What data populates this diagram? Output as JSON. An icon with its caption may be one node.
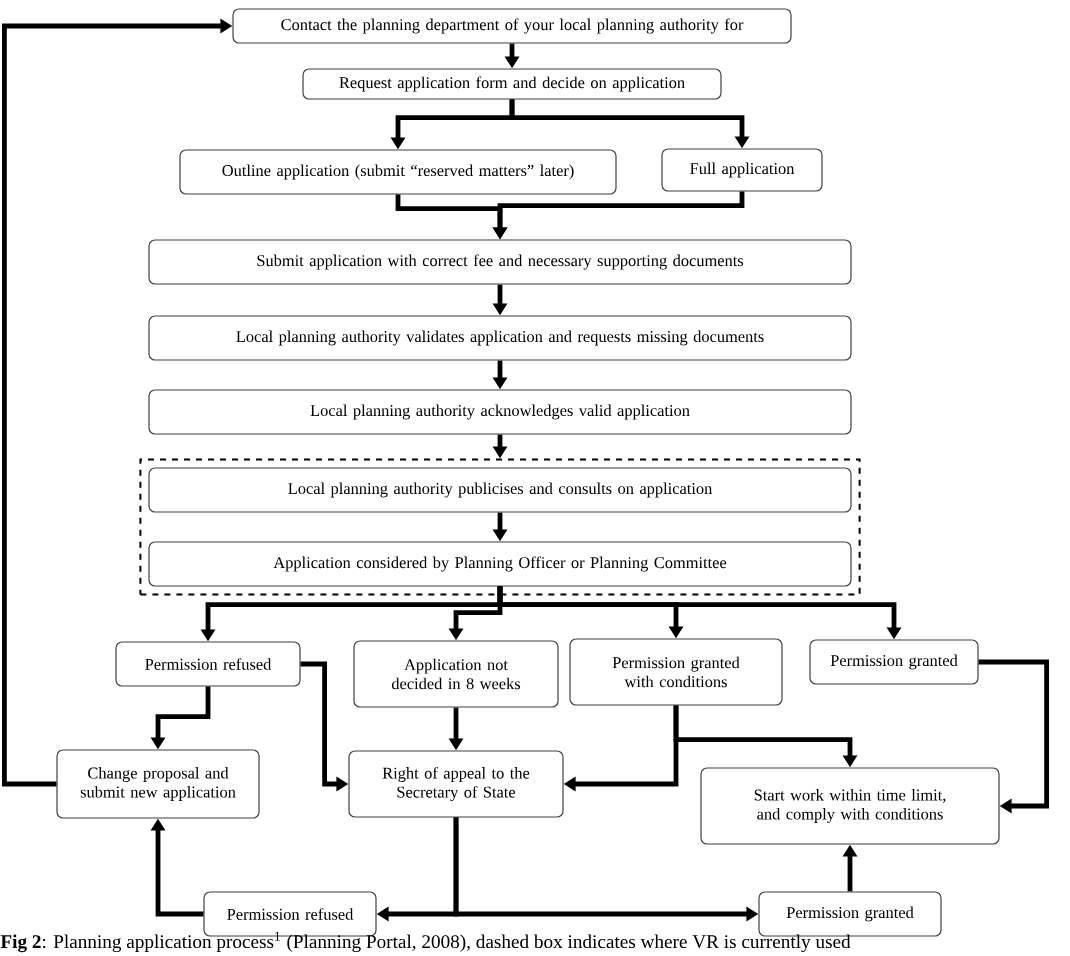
{
  "diagram": {
    "caption": "**Fig 2**: Planning application process$^{1}$ (Planning Portal, 2008), dashed box indicates where VR is currently used",
    "nodes": [
      {
        "text": [
          "Contact the planning department of your local planning authority for"
        ]
      },
      {
        "text": [
          "Request application form and decide on application"
        ]
      },
      {
        "text": [
          "Outline application (submit “reserved matters” later)"
        ]
      },
      {
        "text": [
          "Full application"
        ]
      },
      {
        "text": [
          "Submit application with correct fee and necessary supporting documents"
        ]
      },
      {
        "text": [
          "Local planning authority validates application and requests missing documents"
        ]
      },
      {
        "text": [
          "Local planning authority acknowledges valid application"
        ]
      },
      {
        "text": [],
        "shape": "box"
      },
      {
        "text": [
          "Local planning authority publicises and consults on application"
        ],
        "in": 7
      },
      {
        "text": [
          "Application considered by Planning Officer or Planning Committee"
        ],
        "in": 7
      },
      {
        "text": [
          "Permission refused"
        ]
      },
      {
        "text": [
          "Application not decided in 8 weeks"
        ]
      },
      {
        "text": [
          "Permission granted with conditions"
        ]
      },
      {
        "text": [
          "Permission granted"
        ]
      },
      {
        "text": [
          "Change proposal and submit new application"
        ]
      },
      {
        "text": [
          "Right of appeal to the Secretary of State"
        ]
      },
      {
        "text": [
          "Start work within time limit, and comply with conditions"
        ]
      },
      {
        "text": [
          "Permission refused"
        ]
      },
      {
        "text": [
          "Permission granted"
        ]
      }
    ],
    "edges": [
      {
        "from": 0,
        "to": 1,
        "arrow": "to"
      },
      {
        "from": 1,
        "to": 2,
        "arrow": "to"
      },
      {
        "from": 1,
        "to": 3,
        "arrow": "to"
      },
      {
        "from": 2,
        "to": 4,
        "arrow": "to"
      },
      {
        "from": 3,
        "to": 4,
        "arrow": "to"
      },
      {
        "from": 4,
        "to": 5,
        "arrow": "to"
      },
      {
        "from": 5,
        "to": 6,
        "arrow": "to"
      },
      {
        "from": 6,
        "to": 7,
        "arrow": "to"
      },
      {
        "from": 8,
        "to": 9,
        "arrow": "to"
      },
      {
        "from": 9,
        "to": 10,
        "arrow": "to"
      },
      {
        "from": 9,
        "to": 11,
        "arrow": "to"
      },
      {
        "from": 9,
        "to": 12,
        "arrow": "to"
      },
      {
        "from": 9,
        "to": 13,
        "arrow": "to"
      },
      {
        "from": 10,
        "to": 14,
        "arrow": "to"
      },
      {
        "from": 10,
        "to": 15,
        "arrow": "to"
      },
      {
        "from": 11,
        "to": 15,
        "arrow": "to"
      },
      {
        "from": 12,
        "to": 15,
        "arrow": "to"
      },
      {
        "from": 12,
        "to": 16,
        "arrow": "to"
      },
      {
        "from": 13,
        "to": 16,
        "arrow": "to"
      },
      {
        "from": 15,
        "to": 17,
        "arrow": "to"
      },
      {
        "from": 15,
        "to": 18,
        "arrow": "to"
      },
      {
        "from": 17,
        "to": 14,
        "arrow": "to"
      },
      {
        "from": 18,
        "to": 16,
        "arrow": "to"
      },
      {
        "from": 14,
        "to": 0,
        "arrow": "to"
      }
    ]
  }
}
